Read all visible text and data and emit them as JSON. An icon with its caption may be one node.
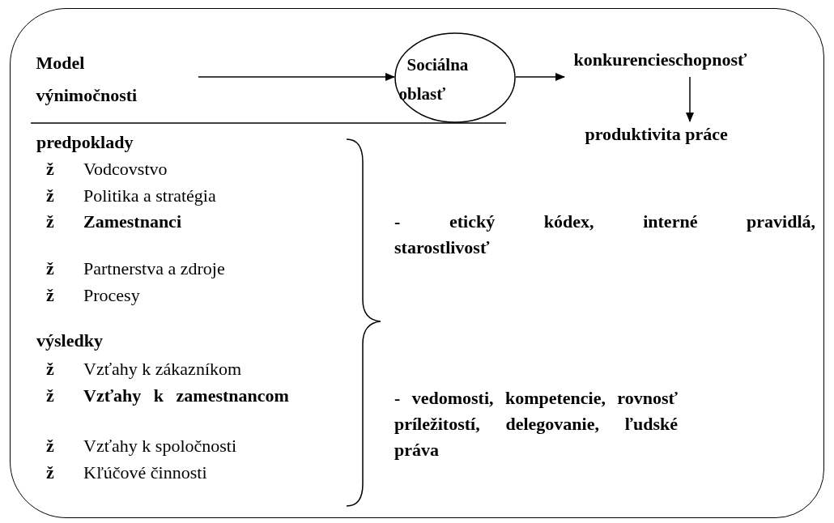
{
  "diagram": {
    "nodes": [
      {
        "text": [],
        "shape": "box"
      },
      {
        "text": [
          "Model výnimočnosti"
        ],
        "in": 0
      },
      {
        "text": [
          "Sociálna oblasť"
        ],
        "in": 0
      },
      {
        "text": [
          "konkurencieschopnosť"
        ],
        "in": 0
      },
      {
        "text": [
          "produktivita práce"
        ],
        "in": 0
      }
    ],
    "edges": [
      {
        "from": 1,
        "to": 2,
        "arrow": "to"
      },
      {
        "from": 2,
        "to": 3,
        "arrow": "to"
      },
      {
        "from": 3,
        "to": 4,
        "arrow": "to"
      }
    ],
    "labels": [
      "predpoklady",
      "ž",
      "Vodcovstvo",
      "ž",
      "Politika a stratégia",
      "ž",
      "Zamestnanci",
      "ž",
      "Partnerstva a zdroje",
      "ž",
      "Procesy",
      "výsledky",
      "ž",
      "Vzťahy k zákazníkom",
      "ž",
      "Vzťahy k zamestnancom",
      "ž",
      "Vzťahy k spoločnosti",
      "ž",
      "Kľúčové činnosti",
      "- etický kódex, interné pravidlá, starostlivosť",
      "- vedomosti, kompetencie, rovnosť príležitostí, delegovanie, ľudské práva"
    ]
  }
}
